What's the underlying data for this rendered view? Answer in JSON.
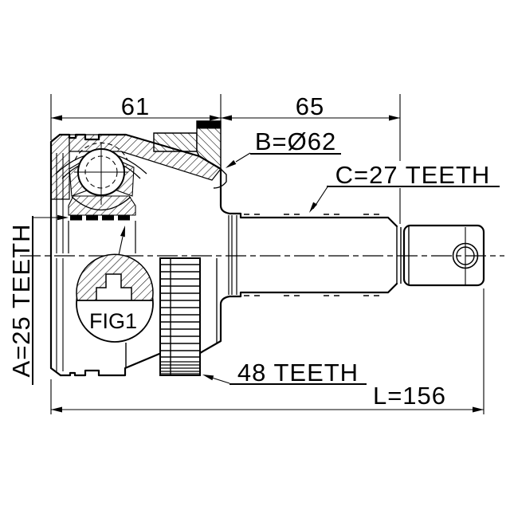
{
  "drawing": {
    "background": "#ffffff",
    "line_color": "#000000",
    "figure_label": "FIG1",
    "dimensions": {
      "bell_length": "61",
      "stem_length": "65",
      "body_diameter": "B=Ø62",
      "outer_spline_teeth": "C=27 TEETH",
      "inner_spline_teeth": "A=25 TEETH",
      "abs_ring_teeth": "48 TEETH",
      "total_length": "L=156"
    }
  }
}
